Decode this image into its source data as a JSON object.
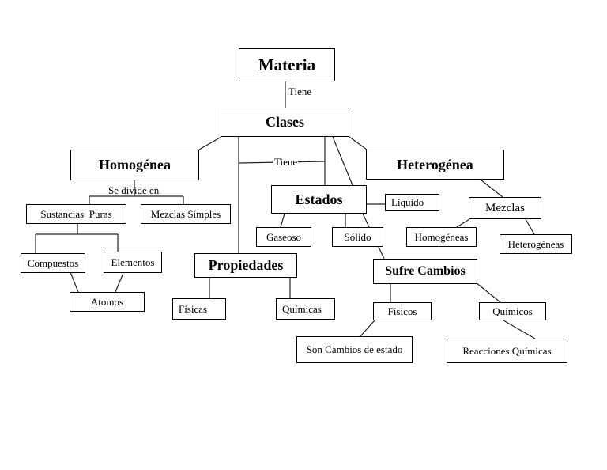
{
  "nodes": {
    "materia": "Materia",
    "clases": "Clases",
    "homogenea": "Homogénea",
    "heterogenea": "Heterogénea",
    "sustancias_puras": "Sustancias  Puras",
    "mezclas_simples": "Mezclas Simples",
    "compuestos": "Compuestos",
    "elementos": "Elementos",
    "atomos": "Atomos",
    "estados": "Estados",
    "liquido": "Líquido",
    "gaseoso": "Gaseoso",
    "solido": "Sólido",
    "propiedades": "Propiedades",
    "fisicas": "Físicas",
    "quimicas": "Químicas",
    "sufre_cambios": "Sufre Cambios",
    "fisicos": "Físicos",
    "quimicos": "Químicos",
    "son_cambios_de_estado": "Son Cambios de estado",
    "reacciones_quimicas": "Reacciones Químicas",
    "mezclas": "Mezclas",
    "homogeneas": "Homogéneas",
    "heterogeneas": "Heterogéneas"
  },
  "edge_labels": {
    "tiene_1": "Tiene",
    "tiene_2": "Tiene",
    "se_divide_en": "Se divide en"
  }
}
